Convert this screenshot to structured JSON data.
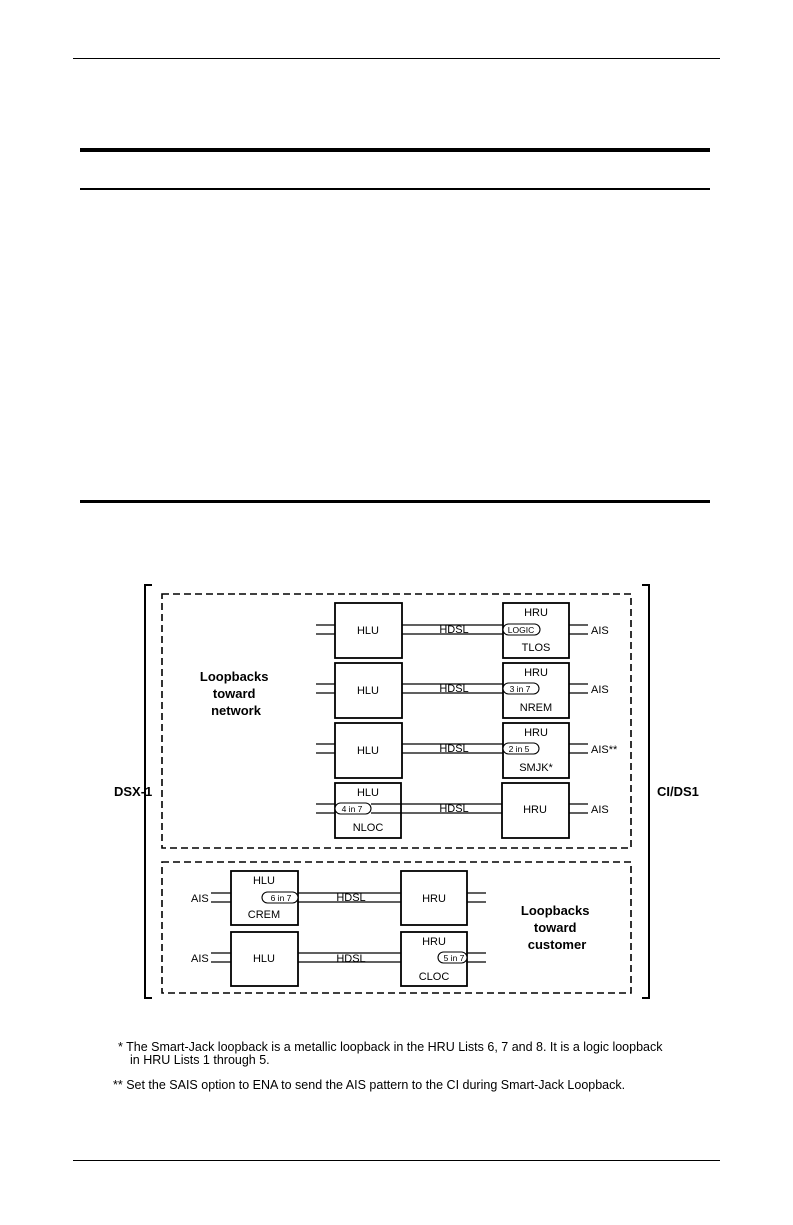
{
  "diagram": {
    "left_label": "DSX-1",
    "right_label": "CI/DS1",
    "network_group_label": [
      "Loopbacks",
      "toward",
      "network"
    ],
    "customer_group_label": [
      "Loopbacks",
      "toward",
      "customer"
    ],
    "network_rows": [
      {
        "hlu": "HLU",
        "hlu_loop": "",
        "hlu_sub": "",
        "hdsl": "HDSL",
        "hru": "HRU",
        "hru_loop": "LOGIC",
        "hru_sub": "TLOS",
        "right": "AIS"
      },
      {
        "hlu": "HLU",
        "hlu_loop": "",
        "hlu_sub": "",
        "hdsl": "HDSL",
        "hru": "HRU",
        "hru_loop": "3 in 7",
        "hru_sub": "NREM",
        "right": "AIS"
      },
      {
        "hlu": "HLU",
        "hlu_loop": "",
        "hlu_sub": "",
        "hdsl": "HDSL",
        "hru": "HRU",
        "hru_loop": "2 in 5",
        "hru_sub": "SMJK*",
        "right": "AIS**"
      },
      {
        "hlu": "HLU",
        "hlu_loop": "4 in 7",
        "hlu_sub": "NLOC",
        "hdsl": "HDSL",
        "hru": "HRU",
        "hru_loop": "",
        "hru_sub": "",
        "right": "AIS"
      }
    ],
    "customer_rows": [
      {
        "left": "AIS",
        "hlu": "HLU",
        "hlu_loop": "6 in 7",
        "hlu_sub": "CREM",
        "hdsl": "HDSL",
        "hru": "HRU",
        "hru_loop": "",
        "hru_sub": ""
      },
      {
        "left": "AIS",
        "hlu": "HLU",
        "hlu_loop": "",
        "hlu_sub": "",
        "hdsl": "HDSL",
        "hru": "HRU",
        "hru_loop": "5 in 7",
        "hru_sub": "CLOC"
      }
    ]
  },
  "footnotes": {
    "note1_line1": "* The Smart-Jack loopback is a metallic loopback in the HRU Lists 6, 7 and 8. It is a logic loopback",
    "note1_line2": "in HRU Lists 1 through 5.",
    "note2": "** Set the SAIS option to ENA to send the AIS pattern to the CI during Smart-Jack Loopback."
  }
}
